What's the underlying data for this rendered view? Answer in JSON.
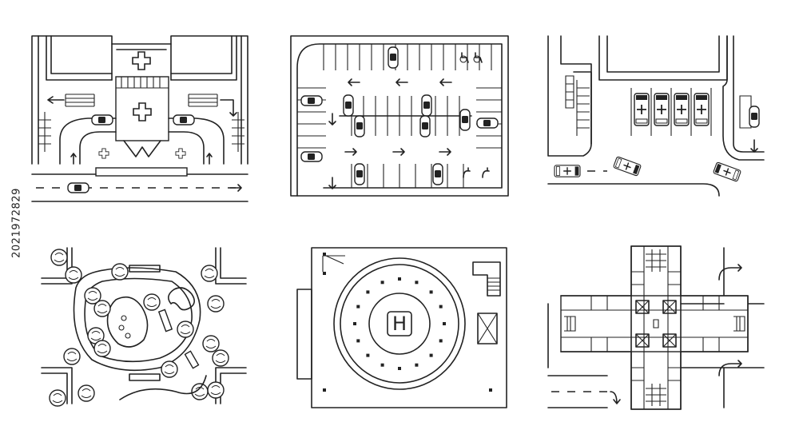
{
  "stock_id": "2021972829",
  "helipad_letter": "H",
  "colors": {
    "line": "#222222",
    "background": "#ffffff"
  },
  "panels": [
    {
      "key": "hospital-entrance",
      "icons": [
        "red-cross-icon",
        "car-icon",
        "arrow-icon"
      ]
    },
    {
      "key": "parking-lot",
      "icons": [
        "car-icon",
        "wheelchair-icon",
        "arrow-icon"
      ]
    },
    {
      "key": "ambulance-bay",
      "icons": [
        "ambulance-icon",
        "car-icon"
      ]
    },
    {
      "key": "park-garden",
      "icons": [
        "tree-icon",
        "bench-icon",
        "pond-icon"
      ]
    },
    {
      "key": "helipad",
      "icons": [
        "helipad-icon",
        "stairs-icon"
      ]
    },
    {
      "key": "cross-shaped-building",
      "icons": [
        "building-icon",
        "arrow-icon"
      ]
    }
  ]
}
